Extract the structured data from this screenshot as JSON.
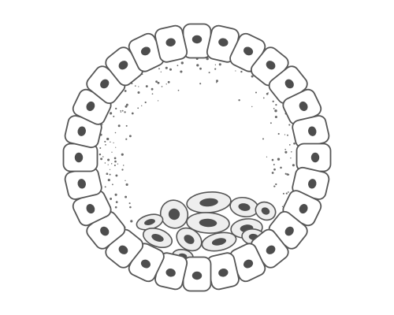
{
  "diagram": {
    "subject": "blastocyst",
    "labels": [],
    "parts": {
      "outer_layer": "trophoblast",
      "inner_cluster": "inner-cell-mass",
      "cavity": "blastocoel"
    },
    "colors": {
      "stroke": "#555555",
      "nucleus": "#4d4d4d",
      "background": "#ffffff",
      "inner_cell_fill": "#eeeeee"
    }
  }
}
